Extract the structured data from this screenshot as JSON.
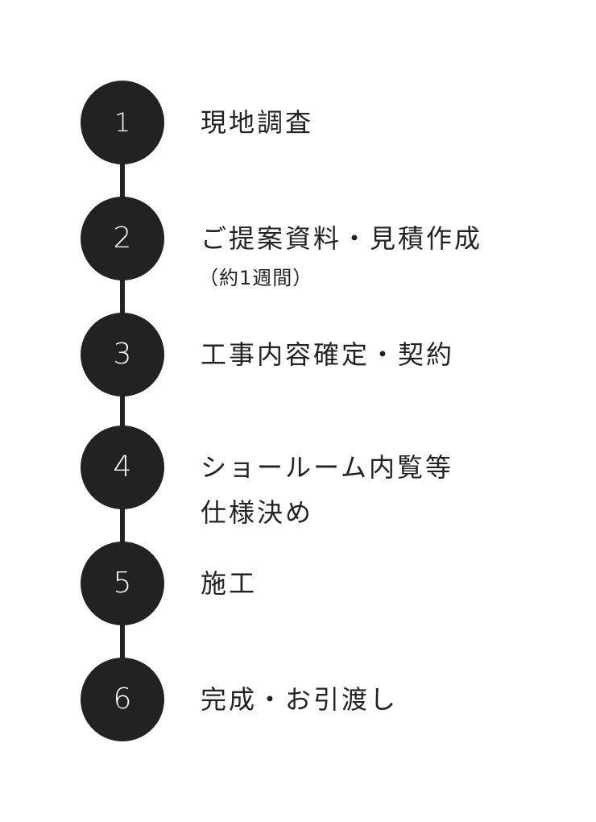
{
  "steps": [
    {
      "number": "1",
      "label": "現地調査",
      "label2": "",
      "note": ""
    },
    {
      "number": "2",
      "label": "ご提案資料・見積作成",
      "label2": "",
      "note": "（約1週間）"
    },
    {
      "number": "3",
      "label": "工事内容確定・契約",
      "label2": "",
      "note": ""
    },
    {
      "number": "4",
      "label": "ショールーム内覧等",
      "label2": "仕様決め",
      "note": ""
    },
    {
      "number": "5",
      "label": "施工",
      "label2": "",
      "note": ""
    },
    {
      "number": "6",
      "label": "完成・お引渡し",
      "label2": "",
      "note": ""
    }
  ],
  "colors": {
    "circle": "#222222",
    "number_text": "#ffffff",
    "label_text": "#222222"
  }
}
